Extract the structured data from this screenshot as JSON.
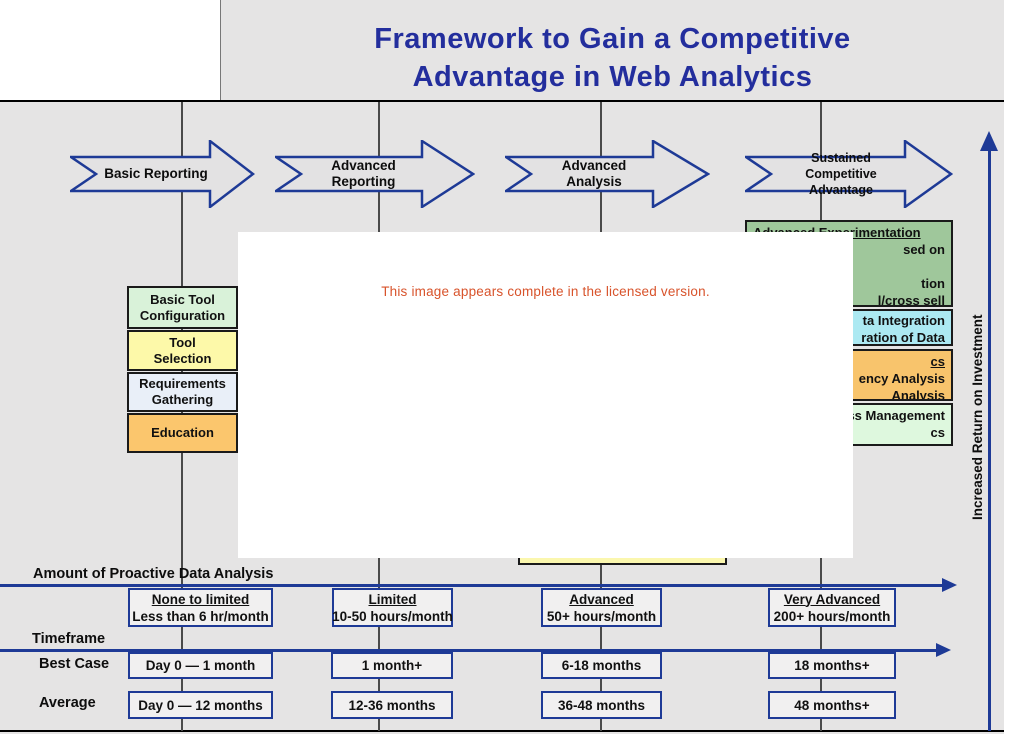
{
  "title": {
    "line1": "Framework to Gain a Competitive",
    "line2": "Advantage in Web Analytics"
  },
  "stages": [
    {
      "label": "Basic Reporting"
    },
    {
      "label": "Advanced Reporting"
    },
    {
      "label": "Advanced Analysis"
    },
    {
      "label_line1": "Sustained Competitive",
      "label_line2": "Advantage"
    }
  ],
  "left_boxes": [
    {
      "line1": "Basic Tool",
      "line2": "Configuration",
      "color": "#d9f2d9"
    },
    {
      "line1": "Tool",
      "line2": "Selection",
      "color": "#fdf9a9"
    },
    {
      "line1": "Requirements",
      "line2": "Gathering",
      "color": "#e9eff8"
    },
    {
      "line1": "Education",
      "line2": "",
      "color": "#fbc66d"
    }
  ],
  "right_boxes": [
    {
      "header": "Advanced Experimentation",
      "lines": [
        "sed on",
        " ",
        "tion",
        "l/cross sell"
      ],
      "color": "#9fc79b"
    },
    {
      "header": "",
      "lines": [
        "ta Integration",
        "ration of Data"
      ],
      "color": "#ace9f2"
    },
    {
      "header": "cs",
      "lines": [
        "ency Analysis",
        "Analysis"
      ],
      "color": "#f8c46c"
    },
    {
      "header": "",
      "lines": [
        "ss Management",
        "cs"
      ],
      "color": "#def8de"
    }
  ],
  "roi_axis": {
    "label": "Increased Return on Investment"
  },
  "overlay": {
    "message": "This image appears complete in the licensed version."
  },
  "analysis_axis": {
    "label": "Amount of Proactive Data Analysis",
    "levels": [
      {
        "name": "None to limited",
        "hours": "Less than 6 hr/month"
      },
      {
        "name": "Limited",
        "hours": "10-50 hours/month"
      },
      {
        "name": "Advanced",
        "hours": "50+ hours/month"
      },
      {
        "name": "Very Advanced",
        "hours": "200+ hours/month"
      }
    ]
  },
  "timeframe": {
    "label": "Timeframe",
    "best_case_label": "Best Case",
    "average_label": "Average",
    "best_case": [
      "Day 0  — 1 month",
      "1 month+",
      "6-18 months",
      "18 months+"
    ],
    "average": [
      "Day 0  — 12 months",
      "12-36 months",
      "36-48  months",
      "48 months+"
    ]
  },
  "colors": {
    "background": "#e5e4e4",
    "navy_accent": "#1e3a96",
    "title_blue": "#232e9d",
    "overlay_text_red": "#d8532b"
  }
}
